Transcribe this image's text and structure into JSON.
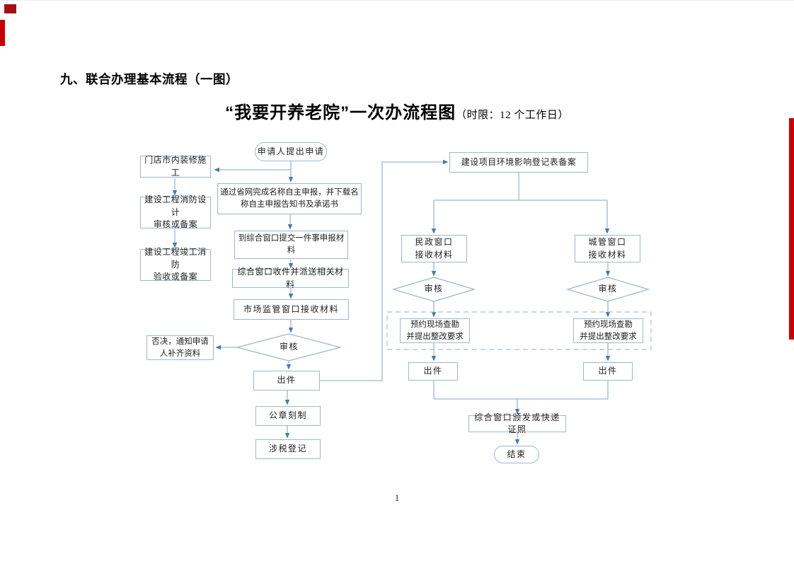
{
  "page": {
    "heading": "九、联合办理基本流程（一图）",
    "title": "“我要开养老院”一次办流程图",
    "title_note": "（时限：12 个工作日）",
    "page_number": "1"
  },
  "colors": {
    "connector_line": "#9fb6c9",
    "arrow_head": "#4579b2",
    "node_border": "#a0b7cb",
    "red_edge_mark": "#cb0000"
  },
  "flowchart": {
    "nodes": {
      "start": "申请人提出申请",
      "renovation": "门店市内装修施工",
      "fire_design": "建设工程消防设计\n审核或备案",
      "fire_acceptance": "建设工程竣工消防\n验收或备案",
      "name_declaration": "通过省网完成名称自主申报，并下载名\n称自主申报告知书及承诺书",
      "submit_materials": "到综合窗口提交一件事申报材\n料",
      "dispatch_materials": "综合窗口收件并派送相关材料",
      "market_window": "市场监管窗口接收材料",
      "review_market": "审核",
      "reject_notice": "否决，通知申请\n人补齐资料",
      "issue_market": "出件",
      "seal_making": "公章刻制",
      "tax_registration": "涉税登记",
      "env_registration": "建设项目环境影响登记表备案",
      "civil_window": "民政窗口\n接收材料",
      "urban_window": "城管窗口\n接收材料",
      "review_civil": "审核",
      "review_urban": "审核",
      "site_survey_civil": "预约现场查勘\n并提出整改要求",
      "site_survey_urban": "预约现场查勘\n并提出整改要求",
      "issue_civil": "出件",
      "issue_urban": "出件",
      "license_delivery": "综合窗口颁发或快递证照",
      "end": "结束"
    }
  }
}
